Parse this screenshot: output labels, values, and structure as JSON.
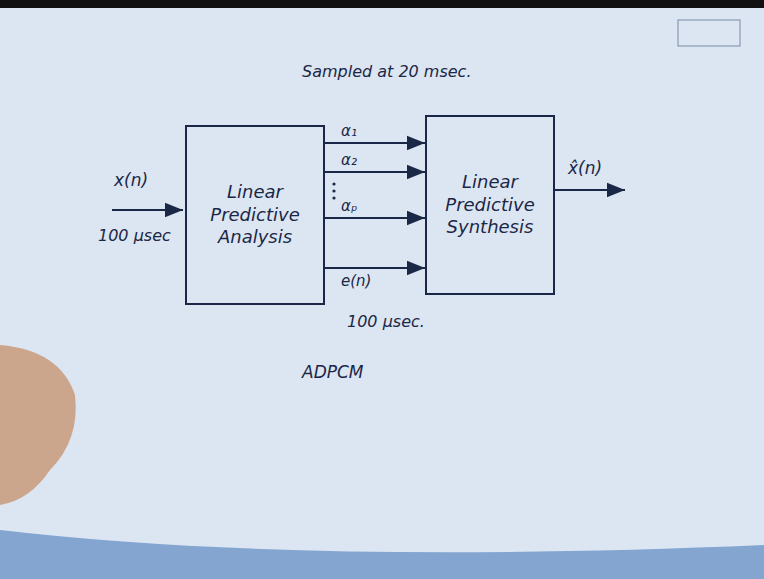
{
  "diagram": {
    "nodes": [
      {
        "text": [
          "Linear Predictive Analysis"
        ]
      },
      {
        "text": [
          "Linear Predictive Synthesis"
        ]
      }
    ],
    "edges": [
      {
        "from": 0,
        "to": 1,
        "arrow": "to",
        "label": "α₁"
      },
      {
        "from": 0,
        "to": 1,
        "arrow": "to",
        "label": "α₂"
      },
      {
        "from": 0,
        "to": 1,
        "arrow": "to",
        "label": "αₚ"
      },
      {
        "from": 0,
        "to": 1,
        "arrow": "to",
        "label": "e(n)"
      }
    ],
    "labels": [
      "Sampled at 20 msec.",
      "x(n)",
      "100 μsec",
      "x̂(n)",
      "100 μsec.",
      "ADPCM"
    ]
  }
}
